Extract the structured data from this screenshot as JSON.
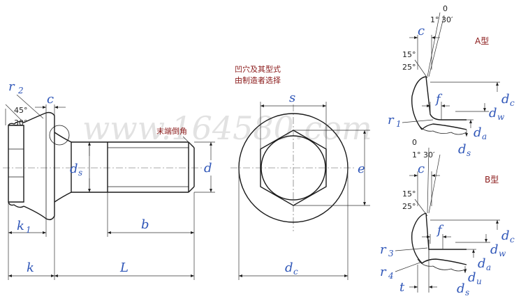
{
  "colors": {
    "line": "#1a1a1a",
    "label": "#2f56b8",
    "note": "#8b1a1a",
    "watermark": "#e2e2e2"
  },
  "watermark": "www.164580.com",
  "notes": {
    "end_chamfer": "末端倒角",
    "recess_line1": "凹穴及其型式",
    "recess_line2": "由制造者选择",
    "type_a": "A型",
    "type_b": "B型"
  },
  "side_view": {
    "r2": "r",
    "r2_sub": "2",
    "c": "c",
    "angle_45": "45°",
    "angle_30": "30°",
    "ds": "d",
    "ds_sub": "s",
    "d": "d",
    "b": "b",
    "k1": "k",
    "k1_sub": "1",
    "k": "k",
    "L": "L"
  },
  "top_view": {
    "s": "s",
    "e": "e",
    "dc": "d",
    "dc_sub": "c"
  },
  "detail_a": {
    "zero": "0",
    "angle": "1° 30′",
    "c": "c",
    "angle_15": "15°",
    "angle_25": "25°",
    "f": "f",
    "r1": "r",
    "r1_sub": "1",
    "dc": "d",
    "dc_sub": "c",
    "dw": "d",
    "dw_sub": "w",
    "da": "d",
    "da_sub": "a",
    "ds": "d",
    "ds_sub": "s"
  },
  "detail_b": {
    "zero": "0",
    "angle": "1° 30′",
    "c": "c",
    "angle_15": "15°",
    "angle_25": "25°",
    "f": "f",
    "r3": "r",
    "r3_sub": "3",
    "r4": "r",
    "r4_sub": "4",
    "t": "t",
    "dc": "d",
    "dc_sub": "c",
    "dw": "d",
    "dw_sub": "w",
    "da": "d",
    "da_sub": "a",
    "du": "d",
    "du_sub": "u",
    "ds": "d",
    "ds_sub": "s"
  }
}
